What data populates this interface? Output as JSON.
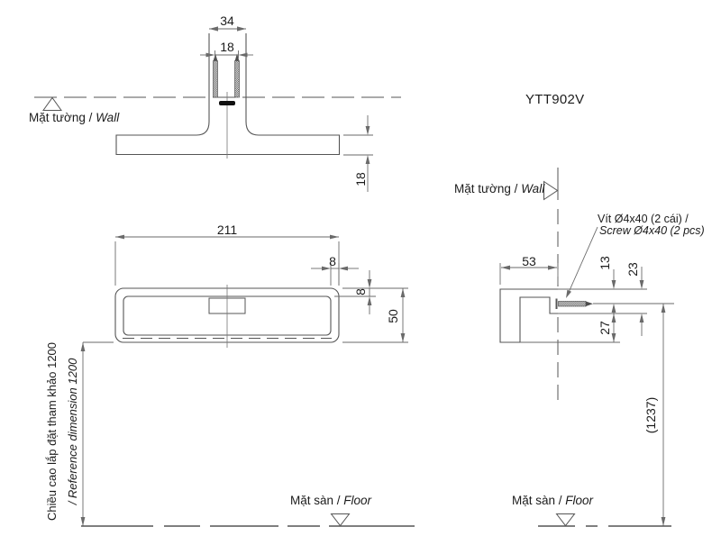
{
  "product_code": "YTT902V",
  "colors": {
    "line": "#555555",
    "dim_line": "#6a6a6a",
    "text": "#1c1c1c",
    "background": "#ffffff"
  },
  "labels": {
    "wall_vi": "Mặt tường /",
    "wall_en": "Wall",
    "floor_vi": "Mặt sàn /",
    "floor_en": "Floor",
    "screw_note_vi": "Vít Ø4x40 (2 cái) /",
    "screw_note_en": "Screw Ø4x40 (2 pcs)",
    "install_height_vi": "Chiều cao lắp đặt tham khảo 1200",
    "install_height_en": "/ Reference dimension 1200"
  },
  "dimensions": {
    "top_view": {
      "mount_width": "34",
      "screw_spacing": "18",
      "bar_depth": "18"
    },
    "front_view": {
      "overall_width": "211",
      "frame_side_thickness": "8",
      "frame_top_thickness": "8",
      "overall_height": "50"
    },
    "side_view": {
      "projection_depth": "53",
      "screw_to_top": "13",
      "top_section_height": "23",
      "bottom_section_height": "27",
      "floor_to_bar": "(1237)"
    }
  }
}
